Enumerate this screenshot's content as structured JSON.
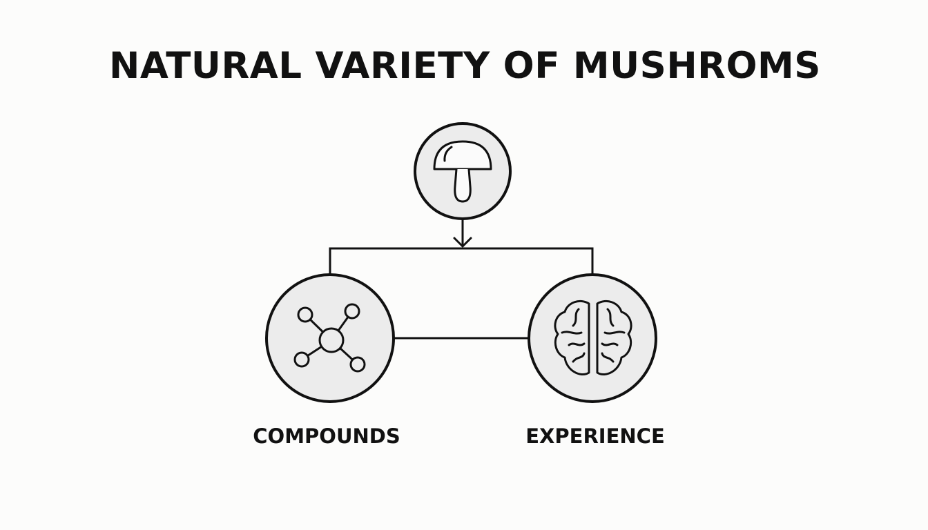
{
  "title": "NATURAL VARIETY OF MUSHROMS",
  "nodes": {
    "source": {
      "icon": "mushroom-icon"
    },
    "left": {
      "label": "COMPOUNDS",
      "icon": "molecule-icon"
    },
    "right": {
      "label": "EXPERIENCE",
      "icon": "brain-icon"
    }
  },
  "colors": {
    "background": "#fcfcfb",
    "stroke": "#111111",
    "circle_fill": "#ececec"
  }
}
